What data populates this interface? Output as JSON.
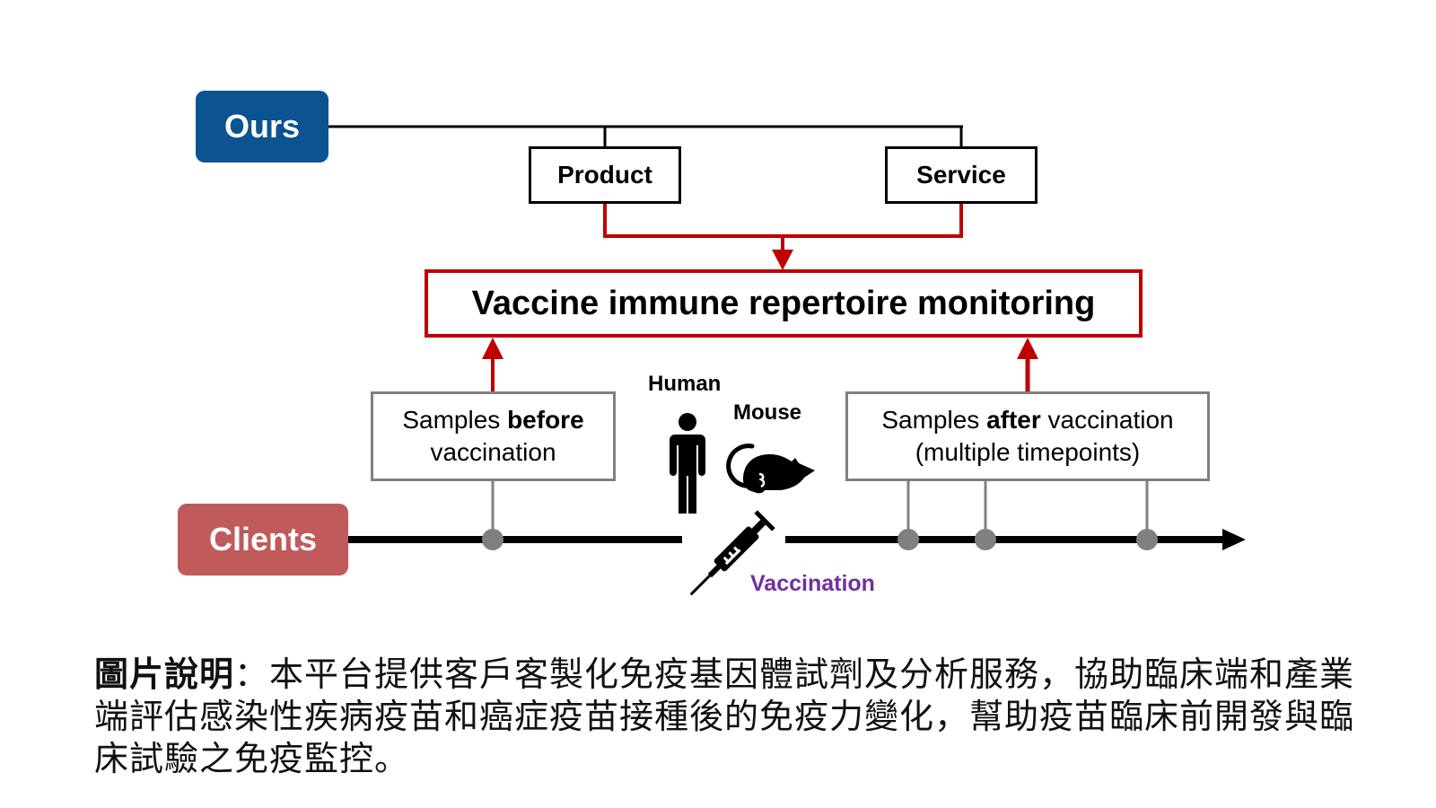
{
  "diagram": {
    "ours_label": "Ours",
    "clients_label": "Clients",
    "product_label": "Product",
    "service_label": "Service",
    "monitoring_label": "Vaccine immune repertoire monitoring",
    "before_box": {
      "pre": "Samples ",
      "bold": "before",
      "line2": "vaccination"
    },
    "after_box": {
      "pre": "Samples ",
      "bold": "after",
      "post": " vaccination",
      "line2": "(multiple timepoints)"
    },
    "human_label": "Human",
    "mouse_label": "Mouse",
    "vaccination_label": "Vaccination",
    "icons": [
      "human-icon",
      "mouse-icon",
      "syringe-icon",
      "arrow-right-icon"
    ],
    "colors": {
      "ours": "#0b5391",
      "clients": "#c05a5b",
      "red_flow": "#c00000",
      "sample_gray": "#808080",
      "vaccination_text": "#7030a0"
    },
    "sample_timepoints": {
      "before": 1,
      "after": 3
    }
  },
  "caption": {
    "title": "圖片說明",
    "separator": "：",
    "body": "本平台提供客戶客製化免疫基因體試劑及分析服務，協助臨床端和產業端評估感染性疾病疫苗和癌症疫苗接種後的免疫力變化，幫助疫苗臨床前開發與臨床試驗之免疫監控。"
  }
}
